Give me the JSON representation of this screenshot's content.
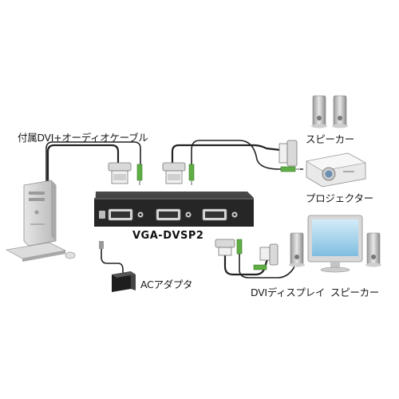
{
  "labels": {
    "cable": "付属DVI+オーディオケーブル",
    "model": "VGA-DVSP2",
    "speaker_top": "スピーカー",
    "projector": "プロジェクター",
    "ac_adapter": "ACアダプタ",
    "dvi_display": "DVIディスプレイ",
    "speaker_bottom": "スピーカー"
  },
  "colors": {
    "splitter_body": "#2a2a2a",
    "cable": "#222222",
    "audio_plug": "#5fae45",
    "device_gray": "#cfcfcf",
    "monitor_screen": "#a9d6ee"
  },
  "icons": {
    "pc": "desktop-pc-icon",
    "mouse": "mouse-icon",
    "keyboard": "keyboard-icon",
    "splitter": "dvi-splitter-icon",
    "ac_adapter": "ac-adapter-icon",
    "speakers": "speaker-icon",
    "projector": "projector-icon",
    "monitor": "monitor-icon"
  }
}
